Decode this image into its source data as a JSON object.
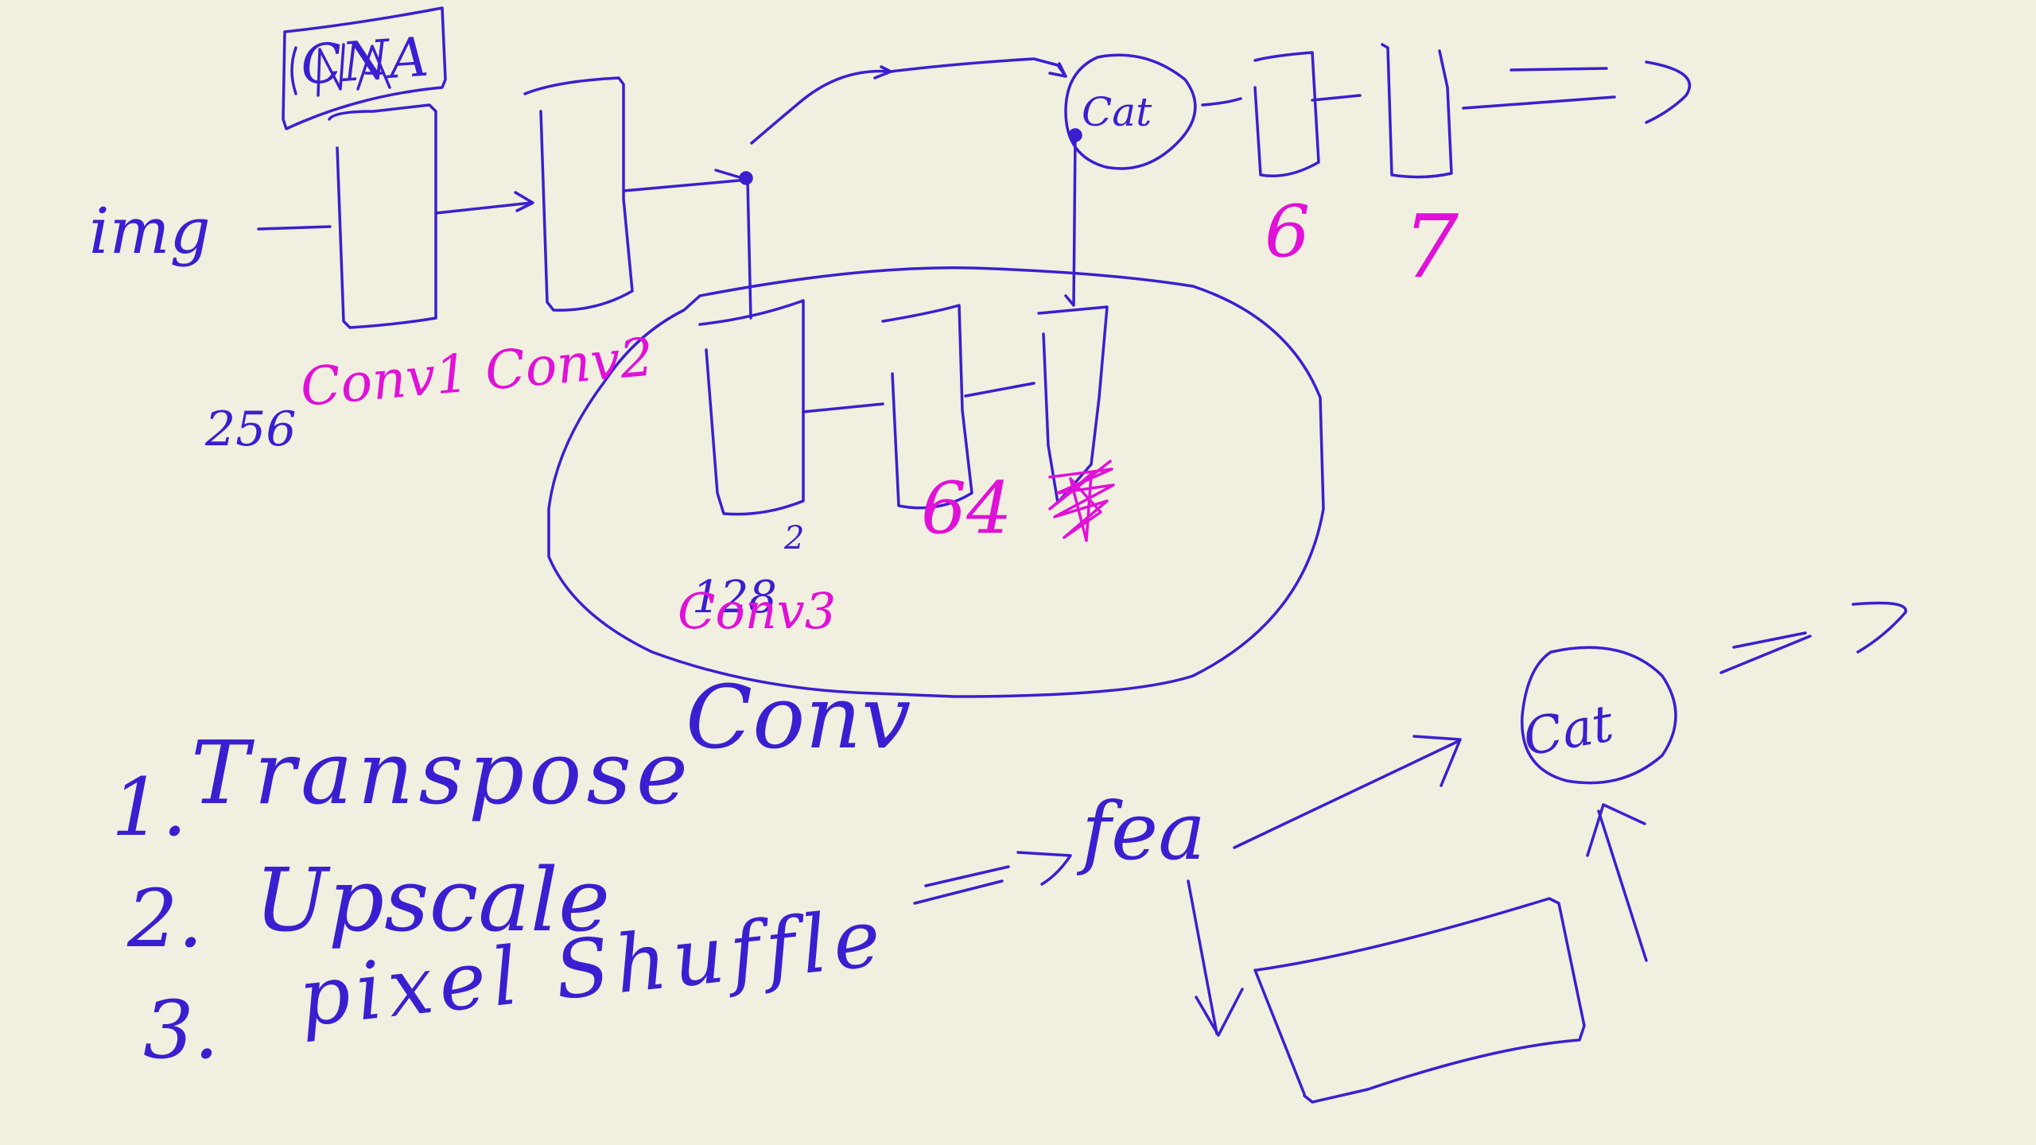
{
  "colors": {
    "background": "#f1efdf",
    "blue_ink": "#3a1fd0",
    "magenta_ink": "#e011d8"
  },
  "labels": {
    "cna": "CNA",
    "img": "img",
    "size_256": "256",
    "conv1_conv2": "Conv1 Conv2",
    "cat_top": "Cat",
    "stage6": "6",
    "stage7": "7",
    "size_128": "128",
    "size_64": "64",
    "conv_block_note": "Conv3",
    "superscript_2": "2",
    "transpose_conv": "Conv",
    "fea": "fea",
    "cat_bottom": "Cat"
  },
  "methods": [
    {
      "number": "1.",
      "text": "Transpose"
    },
    {
      "number": "2.",
      "text": "Upscale"
    },
    {
      "number": "3.",
      "text": "pixel Shuffle"
    }
  ]
}
